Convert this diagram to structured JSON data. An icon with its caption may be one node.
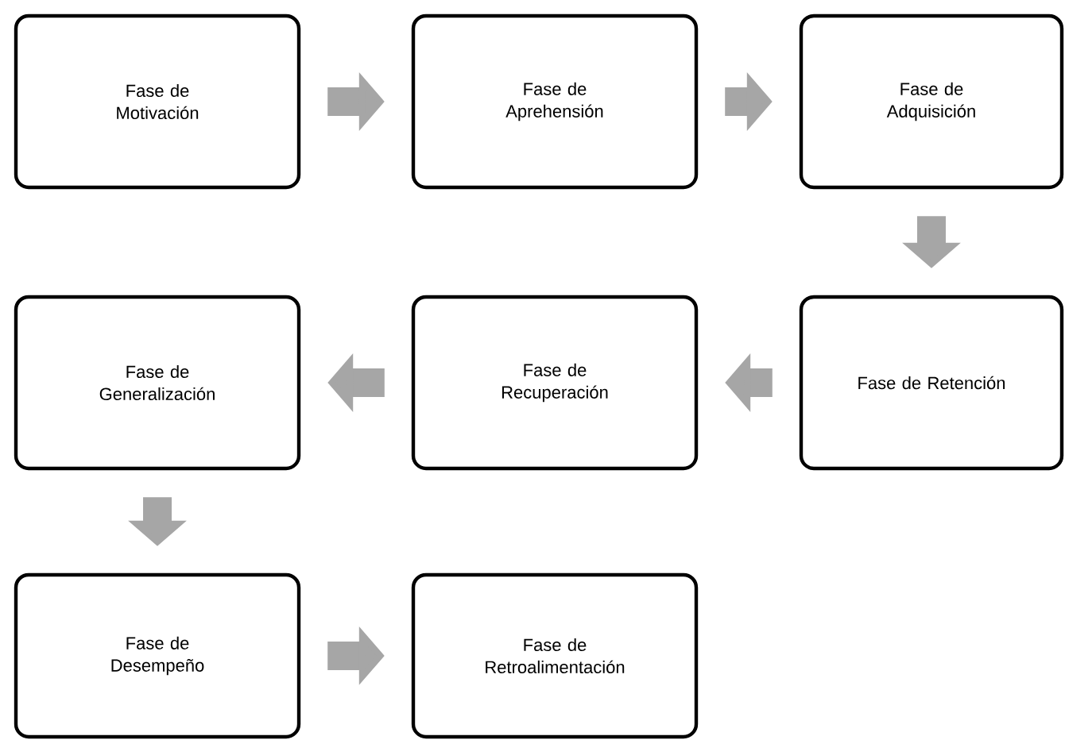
{
  "diagram": {
    "nodes": [
      {
        "text": [
          "Fase de Motivación"
        ]
      },
      {
        "text": [
          "Fase de Aprehensión"
        ]
      },
      {
        "text": [
          "Fase de Adquisición"
        ]
      },
      {
        "text": [
          "Fase de Retención"
        ]
      },
      {
        "text": [
          "Fase de Recuperación"
        ]
      },
      {
        "text": [
          "Fase de Generalización"
        ]
      },
      {
        "text": [
          "Fase de Desempeño"
        ]
      },
      {
        "text": [
          "Fase de Retroalimentación"
        ]
      }
    ],
    "edges": [
      {
        "from": 0,
        "to": 1,
        "arrow": "to"
      },
      {
        "from": 1,
        "to": 2,
        "arrow": "to"
      },
      {
        "from": 2,
        "to": 3,
        "arrow": "to"
      },
      {
        "from": 3,
        "to": 4,
        "arrow": "to"
      },
      {
        "from": 4,
        "to": 5,
        "arrow": "to"
      },
      {
        "from": 5,
        "to": 6,
        "arrow": "to"
      },
      {
        "from": 6,
        "to": 7,
        "arrow": "to"
      }
    ]
  }
}
